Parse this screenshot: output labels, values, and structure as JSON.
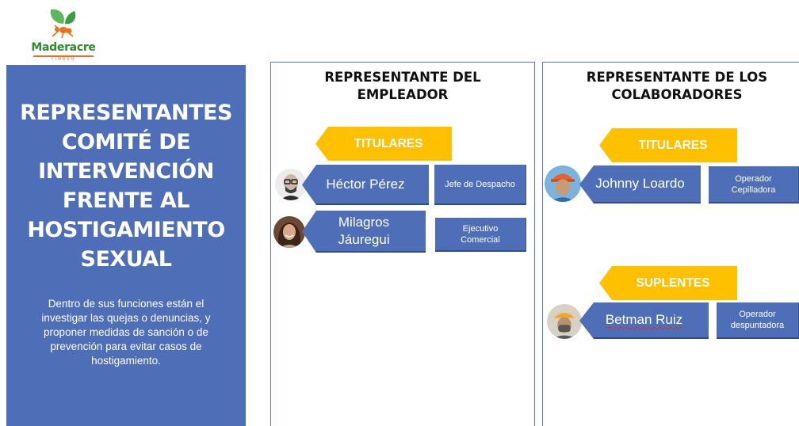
{
  "logo": {
    "name": "Maderacre",
    "subtitle": "TIMBER",
    "colors": {
      "leaf": "#4caf50",
      "ant": "#e8731a",
      "text": "#2e8b2e"
    }
  },
  "left_panel": {
    "title": "REPRESENTANTES\nCOMITÉ DE\nINTERVENCIÓN\nFRENTE AL\nHOSTIGAMIENTO\nSEXUAL",
    "description": "Dentro de sus funciones están el\ninvestigar las quejas o denuncias, y\nproponer medidas de sanción o de\nprevención para evitar casos de\nhostigamiento.",
    "color": "#4e6fb8"
  },
  "employer": {
    "title": "REPRESENTANTE DEL\nEMPLEADOR",
    "titulares_label": "TITULARES",
    "members": [
      {
        "name": "Héctor Pérez",
        "role": "Jefe de Despacho",
        "avatar_icon": "man-glasses-avatar"
      },
      {
        "name": "Milagros\nJáuregui",
        "role": "Ejecutivo\nComercial",
        "avatar_icon": "woman-avatar"
      }
    ]
  },
  "collaborators": {
    "title": "REPRESENTANTE DE LOS\nCOLABORADORES",
    "titulares_label": "TITULARES",
    "suplentes_label": "SUPLENTES",
    "titulares": [
      {
        "name": "Johnny Loardo",
        "role": "Operador\nCepilladora",
        "avatar_icon": "worker-helmet-avatar"
      }
    ],
    "suplentes": [
      {
        "name": "Betman Ruiz",
        "role": "Operador\ndespuntadora",
        "avatar_icon": "worker-mask-avatar"
      }
    ]
  },
  "colors": {
    "accent_blue": "#4e6fb8",
    "tag_yellow": "#ffc000",
    "border_blue": "#5a79b8"
  }
}
